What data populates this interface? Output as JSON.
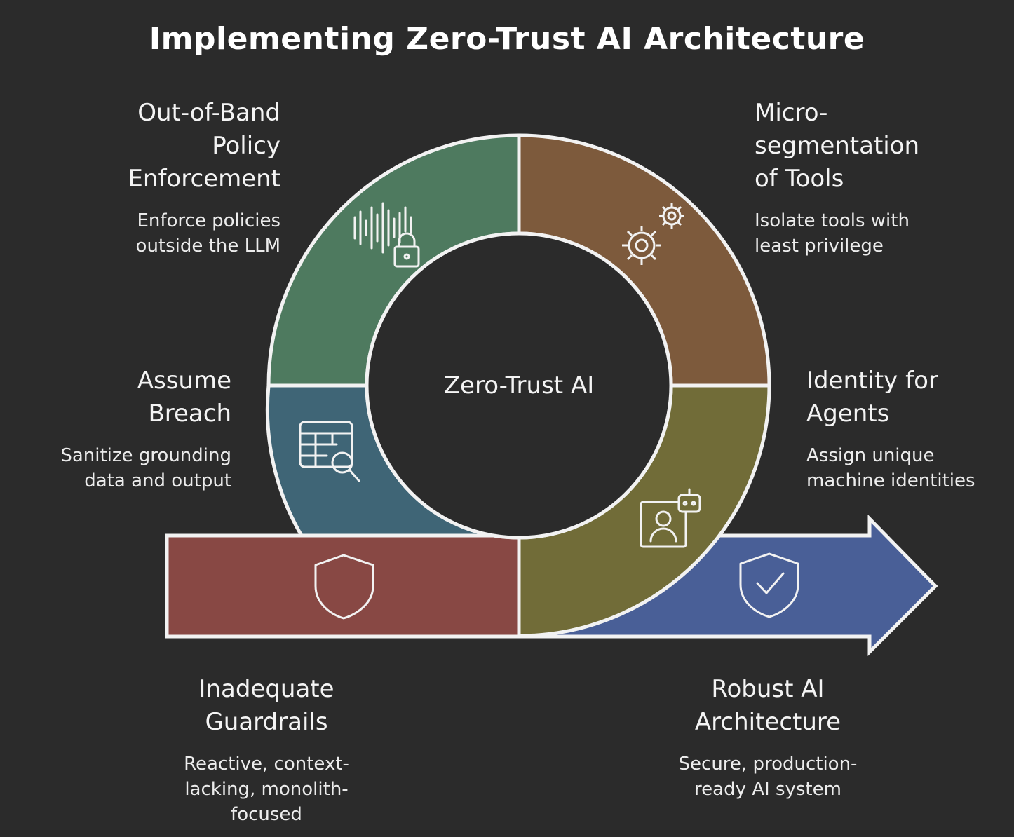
{
  "title": "Implementing Zero-Trust AI Architecture",
  "center_label": "Zero-Trust AI",
  "segments": {
    "out_of_band": {
      "heading_lines": [
        "Out-of-Band",
        "Policy",
        "Enforcement"
      ],
      "description_lines": [
        "Enforce policies",
        "outside the LLM"
      ],
      "color": "#4e7a5f",
      "icon": "audio-lock-icon"
    },
    "micro_segmentation": {
      "heading_lines": [
        "Micro-",
        "segmentation",
        "of Tools"
      ],
      "description_lines": [
        "Isolate tools with",
        "least privilege"
      ],
      "color": "#7d5a3c",
      "icon": "gears-icon"
    },
    "assume_breach": {
      "heading_lines": [
        "Assume",
        "Breach"
      ],
      "description_lines": [
        "Sanitize grounding",
        "data and output"
      ],
      "color": "#3f6576",
      "icon": "database-search-icon"
    },
    "identity_for_agents": {
      "heading_lines": [
        "Identity for",
        "Agents"
      ],
      "description_lines": [
        "Assign unique",
        "machine identities"
      ],
      "color": "#716c38",
      "icon": "user-bot-icon"
    },
    "inadequate_guardrails": {
      "heading_lines": [
        "Inadequate",
        "Guardrails"
      ],
      "description_lines": [
        "Reactive, context-",
        "lacking, monolith-",
        "focused"
      ],
      "color": "#884844",
      "icon": "shield-icon"
    },
    "robust_ai": {
      "heading_lines": [
        "Robust AI",
        "Architecture"
      ],
      "description_lines": [
        "Secure, production-",
        "ready AI system"
      ],
      "color": "#495f97",
      "icon": "shield-check-icon"
    }
  }
}
